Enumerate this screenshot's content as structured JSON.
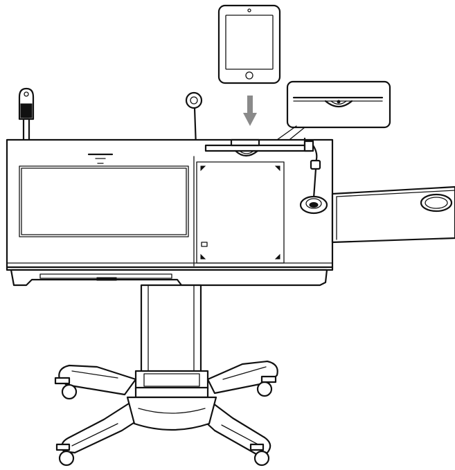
{
  "diagram": {
    "brand_text": "",
    "colors": {
      "stroke": "#111111",
      "fill": "#ffffff",
      "arrow": "#8a8a8a"
    },
    "parts": [
      {
        "name": "tablet",
        "icon": "tablet-icon"
      },
      {
        "name": "tablet-mount-detail",
        "icon": "callout-icon"
      },
      {
        "name": "down-arrow",
        "icon": "arrow-down-icon"
      },
      {
        "name": "camera",
        "icon": "document-camera-icon"
      },
      {
        "name": "gooseneck-microphone",
        "icon": "microphone-icon"
      },
      {
        "name": "desk-microphone",
        "icon": "microphone-icon"
      },
      {
        "name": "monitor-window",
        "icon": "screen-icon"
      },
      {
        "name": "side-shelf",
        "icon": "shelf-icon"
      },
      {
        "name": "column",
        "icon": "column-icon"
      },
      {
        "name": "wheeled-base",
        "icon": "caster-base-icon"
      }
    ]
  }
}
